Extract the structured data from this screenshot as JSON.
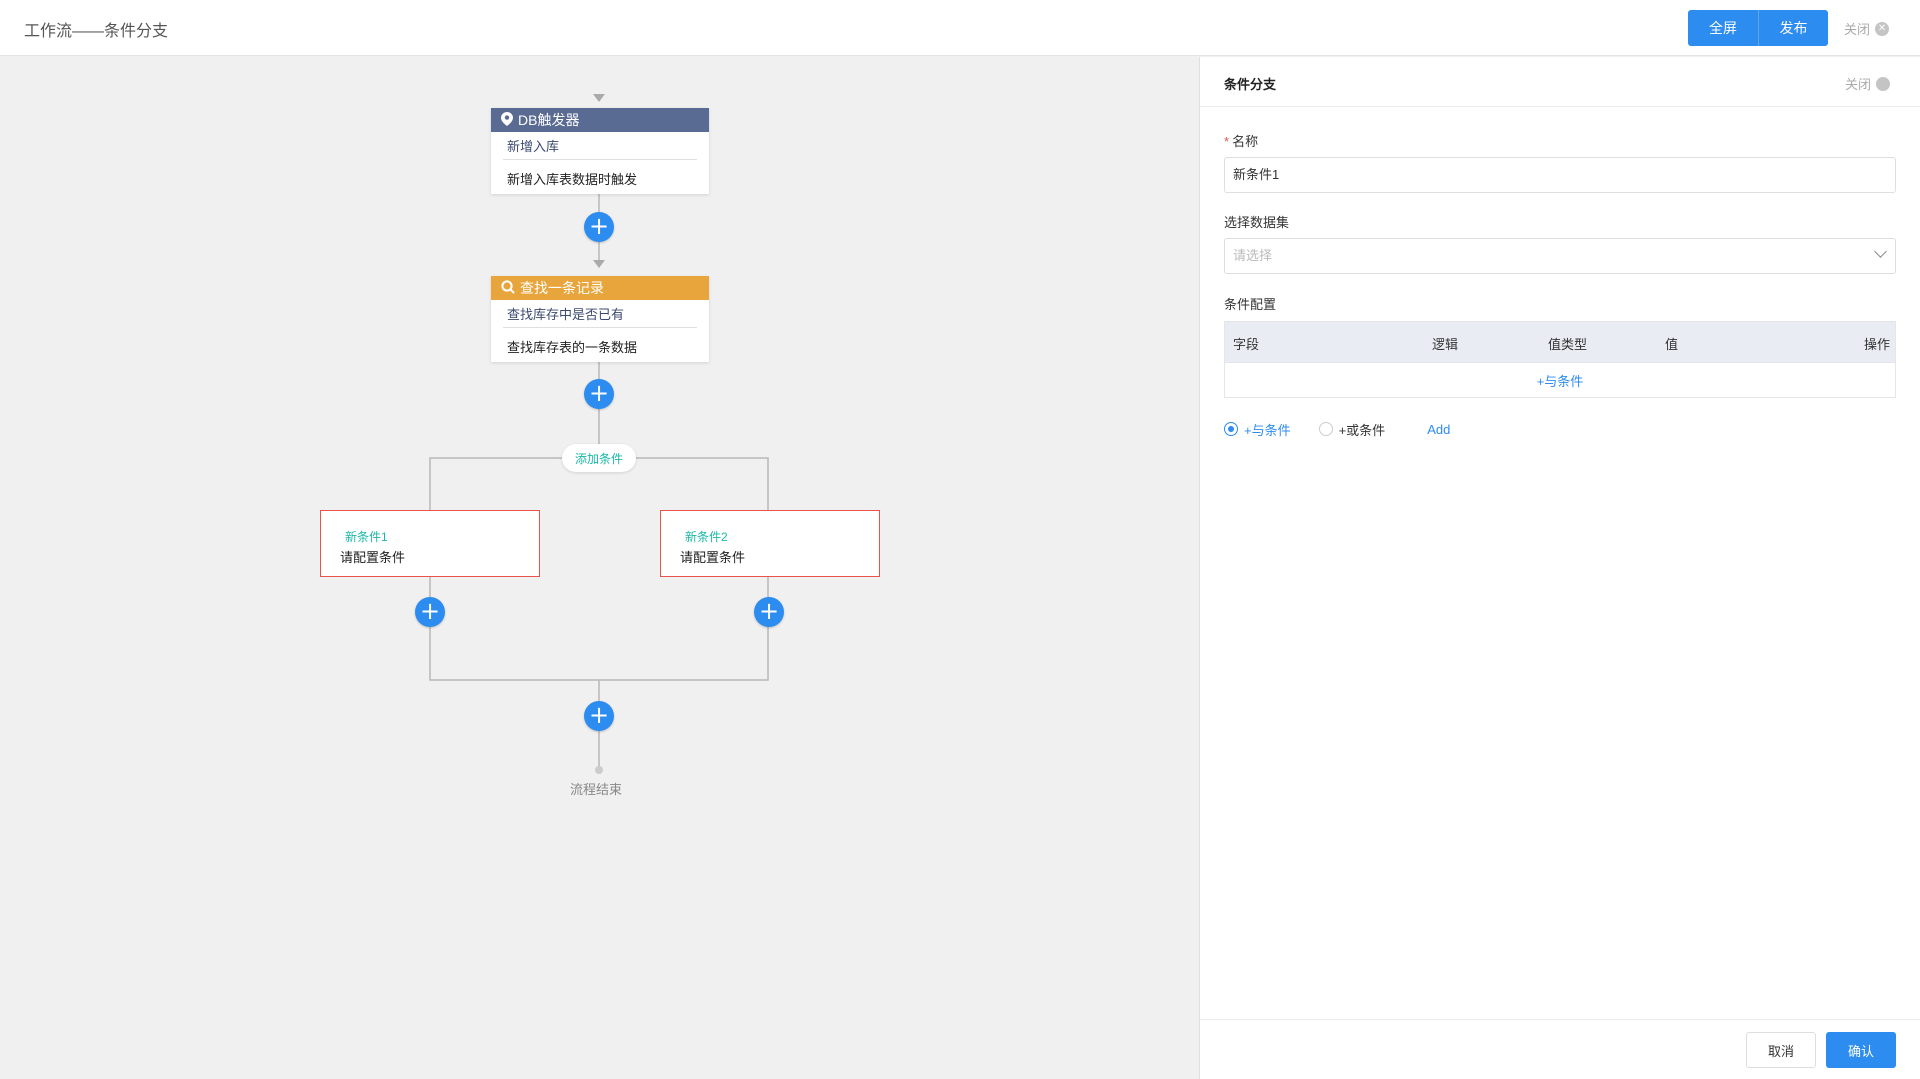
{
  "header": {
    "title": "工作流——条件分支",
    "fullscreen_label": "全屏",
    "publish_label": "发布",
    "close_label": "关闭"
  },
  "canvas": {
    "trigger_node": {
      "title": "DB触发器",
      "icon": "location-pin-icon",
      "subtitle": "新增入库",
      "description": "新增入库表数据时触发",
      "color": "#5a6b93"
    },
    "find_node": {
      "title": "查找一条记录",
      "icon": "search-icon",
      "subtitle": "查找库存中是否已有",
      "description": "查找库存表的一条数据",
      "color": "#e7a53b"
    },
    "add_condition_label": "添加条件",
    "conditions": [
      {
        "name": "新条件1",
        "description": "请配置条件"
      },
      {
        "name": "新条件2",
        "description": "请配置条件"
      }
    ],
    "end_label": "流程结束",
    "plus_symbol": "+"
  },
  "panel": {
    "title": "条件分支",
    "close_label": "关闭",
    "name_label": "名称",
    "required_mark": "*",
    "name_value": "新条件1",
    "dataset_label": "选择数据集",
    "dataset_placeholder": "请选择",
    "config_label": "条件配置",
    "table_headers": {
      "field": "字段",
      "logic": "逻辑",
      "value_type": "值类型",
      "value": "值",
      "action": "操作"
    },
    "table_add_and": "+与条件",
    "radio_and": "+与条件",
    "radio_or": "+或条件",
    "add_label": "Add",
    "cancel_label": "取消",
    "confirm_label": "确认"
  },
  "colors": {
    "primary": "#2d8cf0",
    "teal": "#19b8a6",
    "condition_border": "#e8534a"
  }
}
